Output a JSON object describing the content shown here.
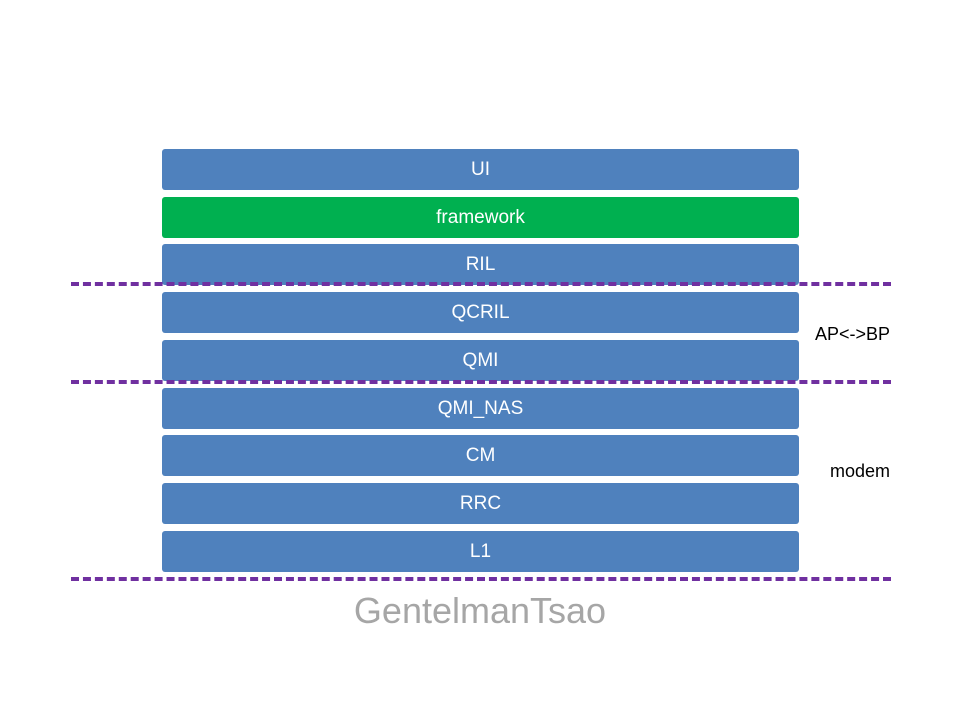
{
  "colors": {
    "layer_default": "#4f81bd",
    "layer_highlight": "#00b050",
    "divider": "#7030a0",
    "watermark": "#a6a6a6"
  },
  "layers": [
    {
      "label": "UI",
      "highlight": false
    },
    {
      "label": "framework",
      "highlight": true
    },
    {
      "label": "RIL",
      "highlight": false
    },
    {
      "label": "QCRIL",
      "highlight": false
    },
    {
      "label": "QMI",
      "highlight": false
    },
    {
      "label": "QMI_NAS",
      "highlight": false
    },
    {
      "label": "CM",
      "highlight": false
    },
    {
      "label": "RRC",
      "highlight": false
    },
    {
      "label": "L1",
      "highlight": false
    }
  ],
  "regions": {
    "ap_bp": "AP<->BP",
    "modem": "modem"
  },
  "watermark": "GentelmanTsao"
}
